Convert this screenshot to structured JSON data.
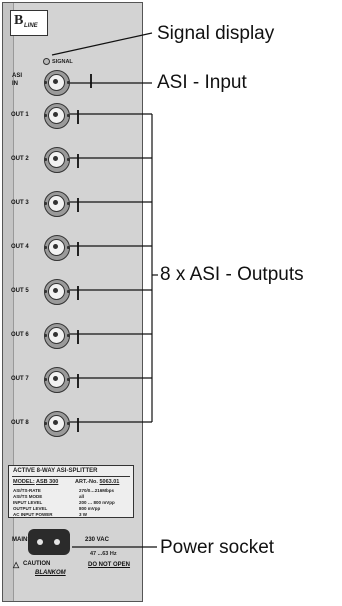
{
  "panel": {
    "logo_letter": "B",
    "logo_text": "LINE",
    "signal_led_label": "SIGNAL",
    "input_label": "ASI\nIN",
    "outputs": [
      "OUT 1",
      "OUT 2",
      "OUT 3",
      "OUT 4",
      "OUT 5",
      "OUT 6",
      "OUT 7",
      "OUT 8"
    ]
  },
  "info": {
    "title": "ACTIVE 8-WAY ASI-SPLITTER",
    "model_label": "MODEL:",
    "model_value": "ASB 300",
    "art_label": "ART.-No.",
    "art_value": "5063.01",
    "specs": [
      {
        "name": "ASI/TS-RATE",
        "value": "270/0…216Mbps"
      },
      {
        "name": "ASI/TS MODE",
        "value": "all"
      },
      {
        "name": "INPUT LEVEL",
        "value": "200 … 800 mVpp"
      },
      {
        "name": "OUTPUT LEVEL",
        "value": "800 mVpp"
      },
      {
        "name": "AC INPUT POWER",
        "value": "3 W"
      }
    ]
  },
  "mains": {
    "label": "MAINS",
    "voltage": "230 VAC",
    "frequency": "47 ...63 Hz",
    "caution": "CAUTION",
    "do_not_open": "DO NOT OPEN",
    "brand": "BLANKOM"
  },
  "callouts": {
    "signal_display": "Signal display",
    "asi_input": "ASI - Input",
    "asi_outputs": "8 x ASI - Outputs",
    "power_socket": "Power socket"
  }
}
